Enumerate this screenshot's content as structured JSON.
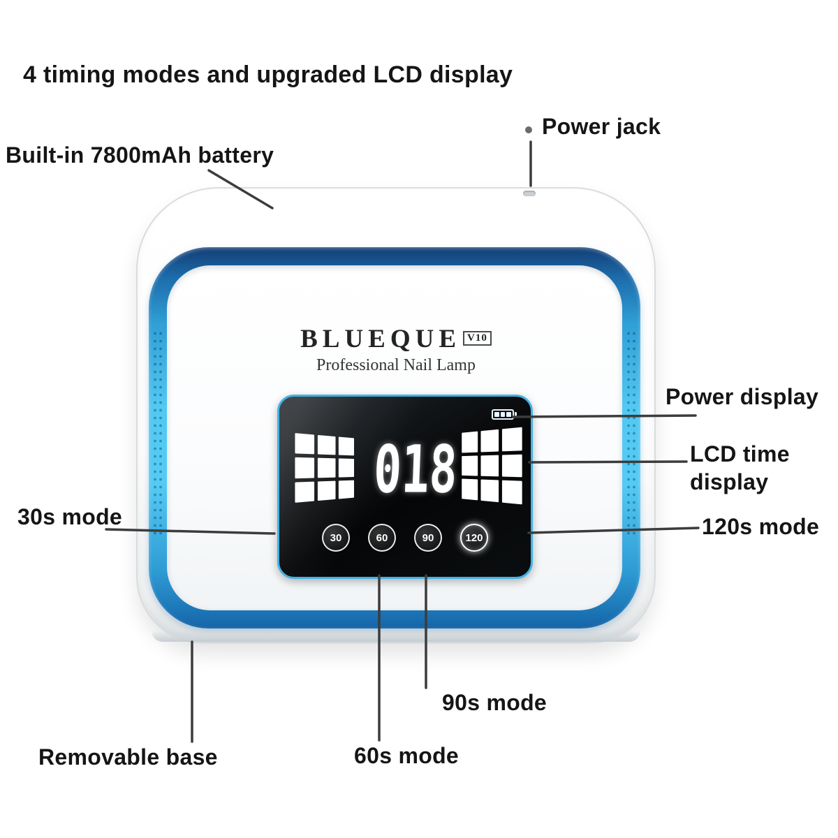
{
  "title": "4 timing modes and upgraded LCD display",
  "callouts": {
    "power_jack": "Power jack",
    "battery": "Built-in 7800mAh battery",
    "power_display": "Power display",
    "lcd_time_line1": "LCD time",
    "lcd_time_line2": "display",
    "mode_30": "30s mode",
    "mode_120": "120s mode",
    "mode_90": "90s mode",
    "mode_60": "60s mode",
    "removable_base": "Removable base"
  },
  "device": {
    "brand": "BLUEQUE",
    "model": "V10",
    "tagline": "Professional Nail Lamp",
    "lcd": {
      "time_value": "018",
      "timer_buttons": [
        "30",
        "60",
        "90",
        "120"
      ],
      "icons": [
        "battery-level-icon",
        "lamp-window-graphic-left",
        "lamp-window-graphic-right"
      ]
    }
  },
  "colors": {
    "rim_blue": "#52c8f2",
    "rim_blue_dark": "#1565a8",
    "lcd_border": "#43b2e4",
    "lcd_background": "#0a0c0e",
    "callout_line": "#3c3c3c",
    "text": "#151515"
  }
}
